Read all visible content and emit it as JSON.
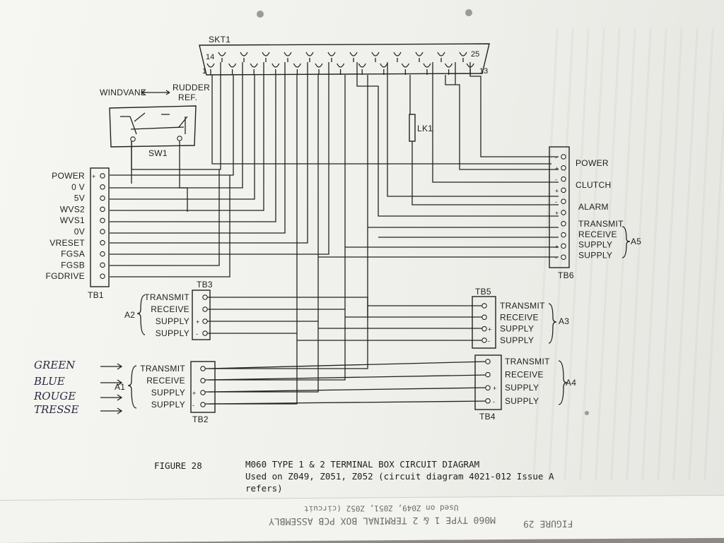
{
  "figure": {
    "number_label": "FIGURE 28",
    "title": "M060 TYPE 1 & 2 TERMINAL BOX CIRCUIT DIAGRAM",
    "usage_line": "Used on Z049, Z051, Z052 (circuit diagram 4021-012 Issue A",
    "usage_line2": "refers)"
  },
  "next_page": {
    "figure_label": "FIGURE 29",
    "title": "M060 TYPE 1 & 2 TERMINAL BOX PCB ASSEMBLY",
    "usage": "Used on Z049, Z051, Z052 (circuit"
  },
  "socket": {
    "name": "SKT1",
    "pin_14": "14",
    "pin_25": "25",
    "pin_1": "1",
    "pin_13": "13"
  },
  "switch": {
    "name": "SW1",
    "windvane": "WINDVANE",
    "rudder": "RUDDER",
    "ref": "REF."
  },
  "link": {
    "name": "LK1"
  },
  "tb1": {
    "name": "TB1",
    "terminals": [
      "POWER",
      "0 V",
      "5V",
      "WVS2",
      "WVS1",
      "0V",
      "VRESET",
      "FGSA",
      "FGSB",
      "FGDRIVE"
    ],
    "signs": [
      "+"
    ]
  },
  "tb6": {
    "name": "TB6",
    "group_label": "A5",
    "groups": [
      "POWER",
      "CLUTCH",
      "ALARM"
    ],
    "data": [
      "TRANSMIT",
      "RECEIVE",
      "SUPPLY",
      "SUPPLY"
    ],
    "signs": [
      "-",
      "+",
      "-",
      "+",
      "-",
      "+",
      "+",
      "-"
    ]
  },
  "tb3": {
    "name": "TB3",
    "group_label": "A2",
    "terminals": [
      "TRANSMIT",
      "RECEIVE",
      "SUPPLY",
      "SUPPLY"
    ],
    "signs": [
      "+",
      "-"
    ]
  },
  "tb5": {
    "name": "TB5",
    "group_label": "A3",
    "terminals": [
      "TRANSMIT",
      "RECEIVE",
      "SUPPLY",
      "SUPPLY"
    ],
    "signs": [
      "+",
      "-"
    ]
  },
  "tb2": {
    "name": "TB2",
    "group_label": "A1",
    "terminals": [
      "TRANSMIT",
      "RECEIVE",
      "SUPPLY",
      "SUPPLY"
    ],
    "signs": [
      "+",
      "-"
    ],
    "handwritten": [
      "GREEN",
      "BLUE",
      "ROUGE",
      "TRESSE"
    ]
  },
  "tb4": {
    "name": "TB4",
    "group_label": "A4",
    "terminals": [
      "TRANSMIT",
      "RECEIVE",
      "SUPPLY",
      "SUPPLY"
    ],
    "signs": [
      "+",
      "-"
    ]
  },
  "colors": {
    "ink": "#222222",
    "paper": "#f6f6f2",
    "handwriting": "#2a2a40"
  }
}
